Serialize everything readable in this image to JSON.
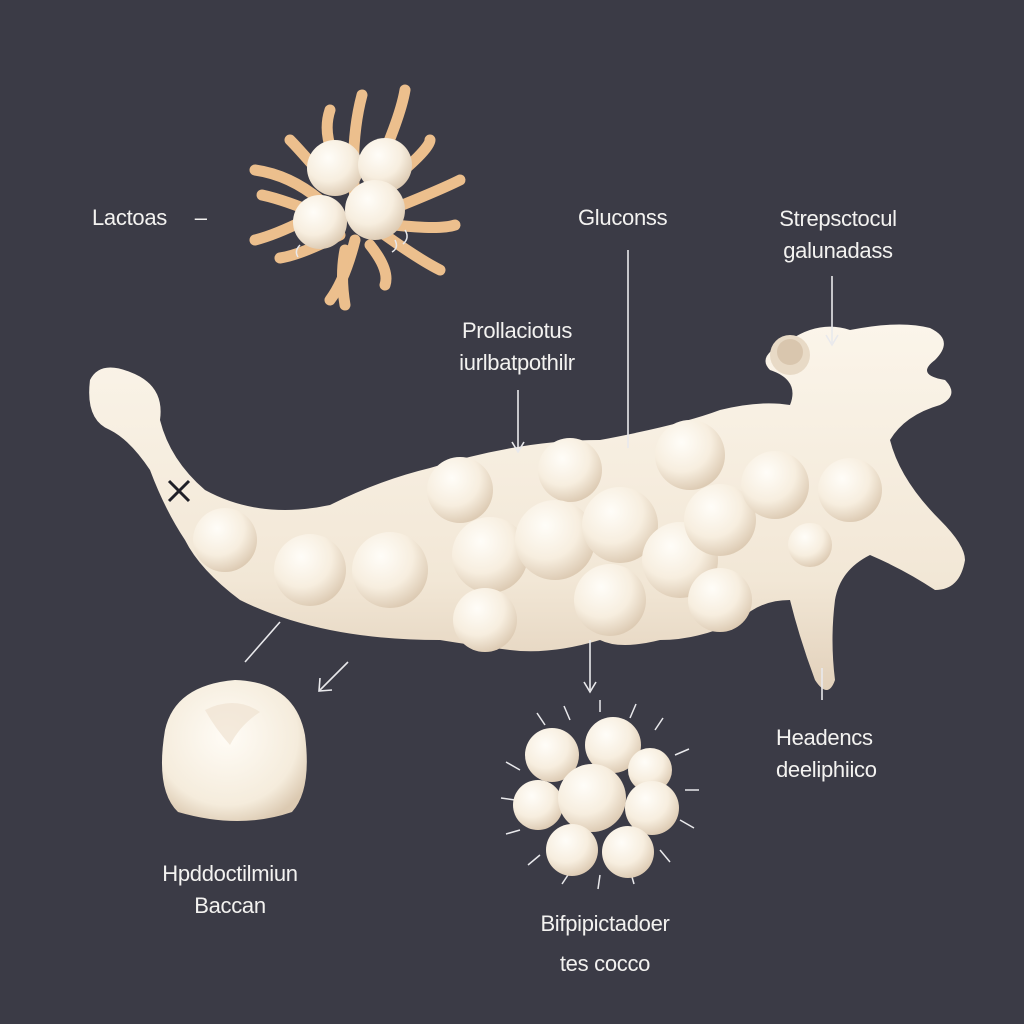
{
  "labels": {
    "lactoas": {
      "text": "Lactoas",
      "dash": "–"
    },
    "gluconss": {
      "text": "Gluconss"
    },
    "strep": {
      "line1": "Strepsctocul",
      "line2": "galunadass"
    },
    "prol": {
      "line1": "Prollaciotus",
      "line2": "iurlbatpothilr"
    },
    "heads": {
      "line1": "Headencs",
      "line2": "deeliphiico"
    },
    "hpd": {
      "line1": "Hpddoctilmiun",
      "line2": "Baccan"
    },
    "bif": {
      "line1": "Bifpipictadoer",
      "line2": "tes cocco"
    }
  },
  "markers": {
    "cross": "✕"
  },
  "colors": {
    "background": "#3b3b46",
    "bacteria": "#f7efe2",
    "bacteria_shade": "#e6d8c6",
    "tendrils": "#ecbf8d",
    "text": "#f3f2f0",
    "lines": "#e9e9ec"
  }
}
